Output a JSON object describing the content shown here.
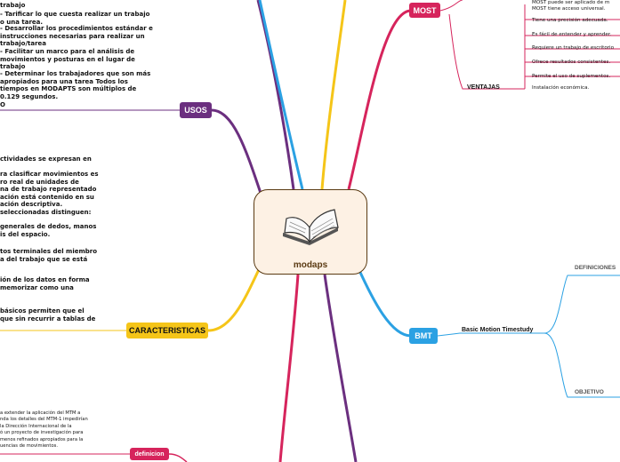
{
  "center": {
    "title": "modaps",
    "icon": "open-book-icon"
  },
  "colors": {
    "usos": "#6b2f7f",
    "caracteristicas": "#f5c518",
    "most": "#d6245c",
    "bmt": "#2ba1e3",
    "definicion": "#d6245c",
    "center_border": "#5a3a12",
    "center_fill": "#fdf1e4"
  },
  "nodes": {
    "usos": "USOS",
    "caracteristicas": "CARACTERISTICAS",
    "most": "MOST",
    "bmt": "BMT",
    "definicion": "definicion",
    "ventajas": "VENTAJAS",
    "bmt_full": "Basic Motion Timestudy",
    "definiciones": "DEFINICIONES",
    "objetivo": "OBJETIVO"
  },
  "usos_text": {
    "partial_top": "trabajo",
    "lines": [
      "- Tarificar lo que cuesta realizar un trabajo\no una tarea.",
      "- Desarrollar los procedimientos estándar e\ninstrucciones necesarias para  realizar un\ntrabajo/tarea",
      "- Facilitar un marco para el análisis de\nmovimientos y posturas en el lugar  de\ntrabajo",
      "- Determinar los trabajadores que son más\napropiados para una tarea Todos los\ntiempos en MODAPTS son múltiplos de\n0.129 segundos."
    ],
    "tail": "O"
  },
  "caracteristicas_text": [
    "ctividades se expresan en",
    "ra clasificar movimientos es\nro real de unidades de\nna  de trabajo representado\nación está  contenido en su\nación descriptiva.\n seleccionadas distinguen:",
    " generales de dedos, manos\nis del espacio.",
    "tos terminales del miembro\na del trabajo que se está",
    "ión de los datos en forma\n memorizar como una",
    "básicos permiten que el\nque sin recurrir a tablas de"
  ],
  "definicion_text": "a extender la aplicación del MTM a\nnda los detalles del MTM-1 impedirían\nla Dirección Internacional de la\nó un proyecto de investigación para\nmenos refinados apropiados para la\nuencias de movimientos.",
  "most_text": {
    "partial": "MOST puede ser aplicado de m\nMOST tiene acceso universal.",
    "items": [
      "Tiene una precisión adecuada.",
      "Es fácil de entender y aprender.",
      "Requiere un trabajo de escritorio",
      "Ofrece resultados consistentes.",
      "Permite el uso de suplementos.",
      "Instalación económica."
    ]
  }
}
